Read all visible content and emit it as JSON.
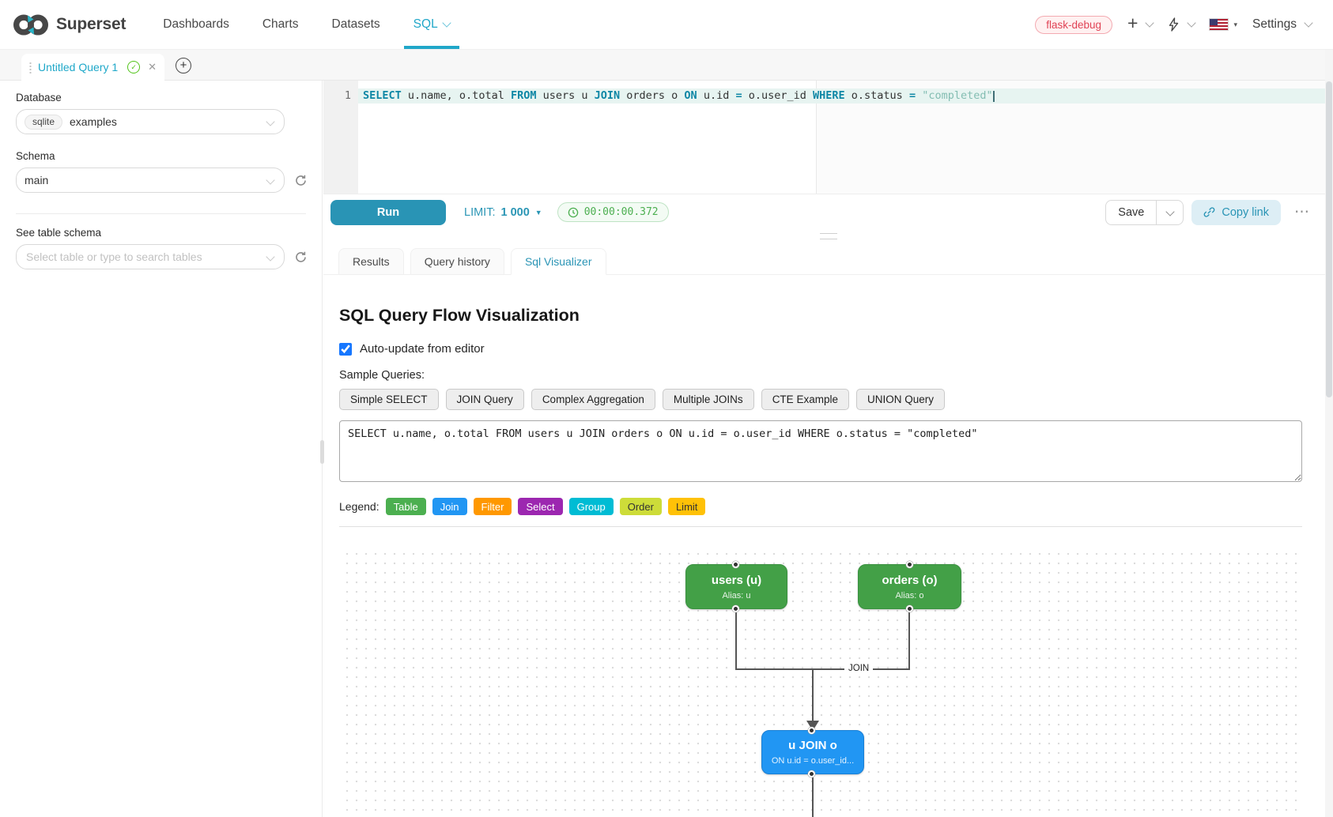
{
  "nav": {
    "brand": "Superset",
    "items": [
      {
        "label": "Dashboards",
        "active": false
      },
      {
        "label": "Charts",
        "active": false
      },
      {
        "label": "Datasets",
        "active": false
      },
      {
        "label": "SQL",
        "active": true
      }
    ],
    "environment_badge": "flask-debug",
    "settings_label": "Settings"
  },
  "icons": {
    "plus": "+",
    "new_tab_plus": "+",
    "ellipsis": "⋯",
    "check": "✓",
    "close": "✕",
    "caret_down": "▾",
    "limit_caret": "▼"
  },
  "query_tabs": {
    "active_tab_title": "Untitled Query 1"
  },
  "sidebar": {
    "database_label": "Database",
    "database_engine": "sqlite",
    "database_name": "examples",
    "schema_label": "Schema",
    "schema_value": "main",
    "table_schema_label": "See table schema",
    "table_search_placeholder": "Select table or type to search tables"
  },
  "editor": {
    "line_number": "1",
    "sql": "SELECT u.name, o.total FROM users u JOIN orders o ON u.id = o.user_id WHERE o.status = \"completed\"",
    "tokens": [
      {
        "text": "SELECT",
        "type": "keyword"
      },
      {
        "text": " u.name, o.total ",
        "type": "plain"
      },
      {
        "text": "FROM",
        "type": "keyword"
      },
      {
        "text": " users u ",
        "type": "plain"
      },
      {
        "text": "JOIN",
        "type": "keyword"
      },
      {
        "text": " orders o ",
        "type": "plain"
      },
      {
        "text": "ON",
        "type": "keyword"
      },
      {
        "text": " u.id ",
        "type": "plain"
      },
      {
        "text": "=",
        "type": "keyword"
      },
      {
        "text": " o.user_id ",
        "type": "plain"
      },
      {
        "text": "WHERE",
        "type": "keyword"
      },
      {
        "text": " o.status ",
        "type": "plain"
      },
      {
        "text": "=",
        "type": "keyword"
      },
      {
        "text": " ",
        "type": "plain"
      },
      {
        "text": "\"completed\"",
        "type": "string"
      }
    ]
  },
  "toolbar": {
    "run_label": "Run",
    "limit_label": "LIMIT:",
    "limit_value": "1 000",
    "elapsed_time": "00:00:00.372",
    "save_label": "Save",
    "copy_link_label": "Copy link"
  },
  "result_tabs": [
    {
      "label": "Results",
      "active": false
    },
    {
      "label": "Query history",
      "active": false
    },
    {
      "label": "Sql Visualizer",
      "active": true
    }
  ],
  "visualizer": {
    "title": "SQL Query Flow Visualization",
    "auto_update_label": "Auto-update from editor",
    "auto_update_checked": true,
    "sample_queries_label": "Sample Queries:",
    "sample_queries": [
      {
        "label": "Simple SELECT"
      },
      {
        "label": "JOIN Query"
      },
      {
        "label": "Complex Aggregation"
      },
      {
        "label": "Multiple JOINs"
      },
      {
        "label": "CTE Example"
      },
      {
        "label": "UNION Query"
      }
    ],
    "query_text": "SELECT u.name, o.total FROM users u JOIN orders o ON u.id = o.user_id WHERE o.status = \"completed\"",
    "legend_label": "Legend:",
    "legend": [
      {
        "label": "Table",
        "color": "#4caf50",
        "text_color": "#ffffff"
      },
      {
        "label": "Join",
        "color": "#2196f3",
        "text_color": "#ffffff"
      },
      {
        "label": "Filter",
        "color": "#ff9800",
        "text_color": "#ffffff"
      },
      {
        "label": "Select",
        "color": "#9c27b0",
        "text_color": "#ffffff"
      },
      {
        "label": "Group",
        "color": "#00bcd4",
        "text_color": "#ffffff"
      },
      {
        "label": "Order",
        "color": "#cddc39",
        "text_color": "#333333"
      },
      {
        "label": "Limit",
        "color": "#ffc107",
        "text_color": "#333333"
      }
    ]
  },
  "flow": {
    "edge_label": "JOIN",
    "nodes": [
      {
        "title": "users (u)",
        "subtitle": "Alias: u",
        "type": "table",
        "color": "#43a047"
      },
      {
        "title": "orders (o)",
        "subtitle": "Alias: o",
        "type": "table",
        "color": "#43a047"
      },
      {
        "title": "u JOIN o",
        "subtitle": "ON u.id = o.user_id...",
        "type": "join",
        "color": "#2196f3"
      }
    ]
  },
  "colors": {
    "accent": "#20a7c9",
    "run_button": "#2994b5",
    "timer_green": "#4caf50",
    "badge_red": "#e04355",
    "checkbox_blue": "#1677ff",
    "edge_gray": "#555555"
  }
}
